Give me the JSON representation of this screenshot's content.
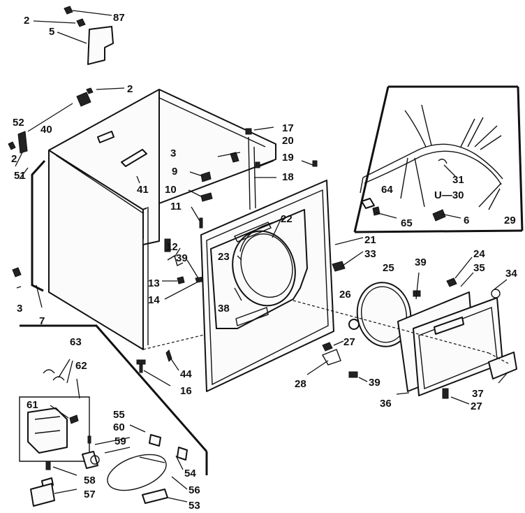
{
  "callouts": {
    "c87": "87",
    "c2a": "2",
    "c5": "5",
    "c2b": "2",
    "c40": "40",
    "c52": "52",
    "c2c": "2",
    "c51": "51",
    "c41": "41",
    "c17": "17",
    "c20": "20",
    "c3a": "3",
    "c19": "19",
    "c9": "9",
    "c18": "18",
    "c10": "10",
    "c11": "11",
    "c22": "22",
    "c21": "21",
    "c33": "33",
    "c12": "12",
    "c39a": "39",
    "c23": "23",
    "c13": "13",
    "c14": "14",
    "c3b": "3",
    "c7": "7",
    "c38": "38",
    "c25": "25",
    "c26": "26",
    "c39b": "39",
    "c24": "24",
    "c35": "35",
    "c34": "34",
    "c27a": "27",
    "c28": "28",
    "c39c": "39",
    "c36": "36",
    "c37": "37",
    "c27b": "27",
    "c44": "44",
    "c16": "16",
    "c63": "63",
    "c62": "62",
    "c61": "61",
    "c55": "55",
    "c60": "60",
    "c59": "59",
    "c54": "54",
    "c58": "58",
    "c56": "56",
    "c57": "57",
    "c53": "53",
    "c64": "64",
    "c31": "31",
    "c30": "U—30",
    "c65": "65",
    "c6": "6",
    "c29": "29"
  }
}
